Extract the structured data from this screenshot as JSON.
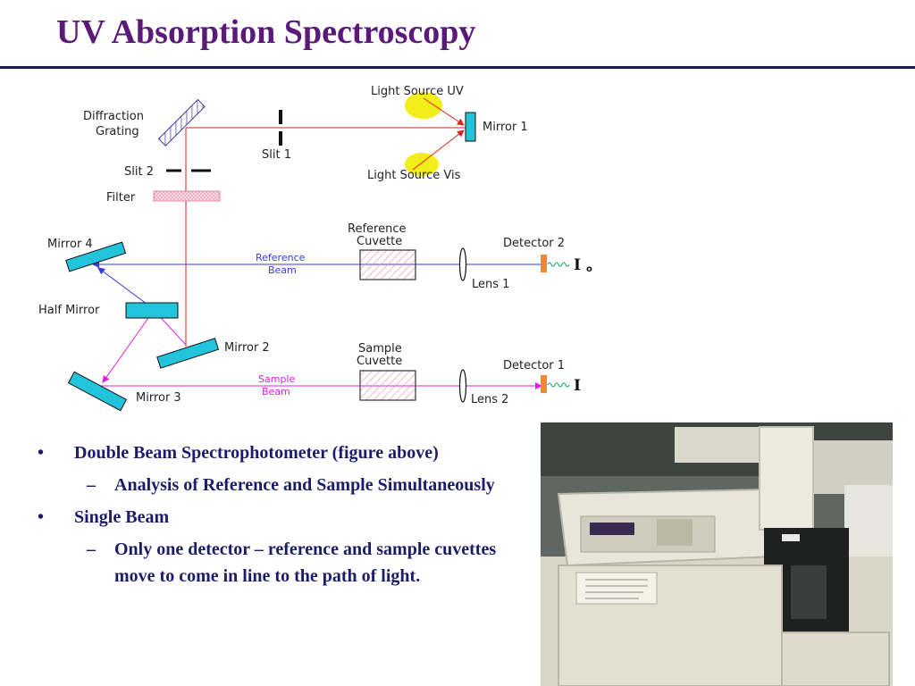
{
  "slide": {
    "title": "UV Absorption Spectroscopy"
  },
  "diagram": {
    "labels": {
      "diffraction_grating_1": "Diffraction",
      "diffraction_grating_2": "Grating",
      "slit1": "Slit 1",
      "light_source_uv": "Light Source UV",
      "mirror1": "Mirror 1",
      "light_source_vis": "Light Source Vis",
      "slit2": "Slit 2",
      "filter": "Filter",
      "mirror4": "Mirror 4",
      "reference_cuvette_1": "Reference",
      "reference_cuvette_2": "Cuvette",
      "detector2": "Detector 2",
      "reference_beam_1": "Reference",
      "reference_beam_2": "Beam",
      "lens1": "Lens 1",
      "i0_symbol": "I",
      "i0_subscript": "o",
      "half_mirror": "Half Mirror",
      "mirror2": "Mirror 2",
      "sample_cuvette_1": "Sample",
      "sample_cuvette_2": "Cuvette",
      "detector1": "Detector 1",
      "sample_beam_1": "Sample",
      "sample_beam_2": "Beam",
      "mirror3": "Mirror 3",
      "lens2": "Lens 2",
      "i_symbol": "I"
    },
    "colors": {
      "source_beam": "#dd2222",
      "reference_beam": "#3a3ad8",
      "sample_beam": "#e020e0",
      "mirror_fill": "#22c4dc",
      "detector": "#f08a30",
      "light_source": "#f3ee1a"
    }
  },
  "bullets": [
    {
      "level": 1,
      "marker": "•",
      "text": "Double Beam Spectrophotometer (figure above)"
    },
    {
      "level": 2,
      "marker": "–",
      "text": "Analysis of Reference and Sample Simultaneously"
    },
    {
      "level": 1,
      "marker": "•",
      "text": "Single Beam"
    },
    {
      "level": 2,
      "marker": "–",
      "text": "Only one detector – reference and sample cuvettes move to come in line to the path of light."
    }
  ],
  "photo": {
    "subject": "spectrophotometer-instrument"
  }
}
